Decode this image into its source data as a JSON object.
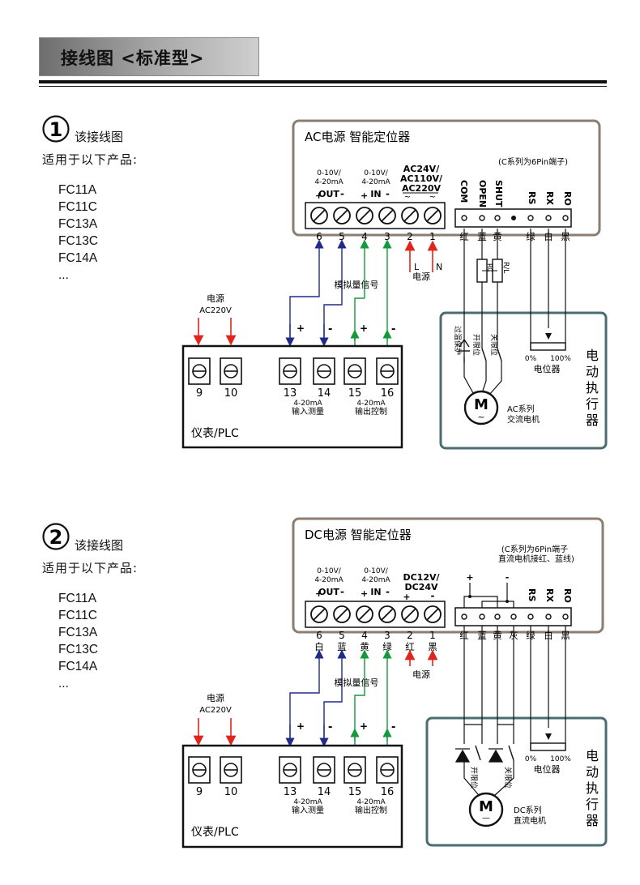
{
  "page": {
    "title": "接线图 <标准型>"
  },
  "common": {
    "applies_label": "适用于以下产品:",
    "products": [
      "FC11A",
      "FC11C",
      "FC13A",
      "FC13C",
      "FC14A",
      "..."
    ],
    "analog_signal": "模拟量信号",
    "power": "电源",
    "instrument": {
      "power_label": "电源",
      "power_voltage": "AC220V",
      "terminals": [
        "9",
        "10",
        "13",
        "14",
        "15",
        "16"
      ],
      "signs": [
        "+",
        "-",
        "+",
        "-"
      ],
      "input_label": [
        "4-20mA",
        "输入测量"
      ],
      "output_label": [
        "4-20mA",
        "输出控制"
      ],
      "title": "仪表/PLC"
    },
    "actuator": [
      "电",
      "动",
      "执",
      "行",
      "器"
    ],
    "potentiometer": "电位器",
    "pot_min": "0%",
    "pot_max": "100%",
    "motor_letter": "M",
    "analog_out": [
      "0-10V/",
      "4-20mA"
    ],
    "out_label": "OUT",
    "in_label": "IN",
    "plus": "+",
    "minus": "-",
    "swap_pins": [
      "RS",
      "RX",
      "RO"
    ],
    "main_terminals": [
      "6",
      "5",
      "4",
      "3",
      "2",
      "1"
    ]
  },
  "diagrams": [
    {
      "number": "1",
      "intro": "该接线图",
      "title": "AC电源    智能定位器",
      "pin_note": "(C系列为6Pin端子)",
      "power_spec": [
        "AC24V/",
        "AC110V/",
        "AC220V"
      ],
      "power_letters": [
        "L",
        "N"
      ],
      "pins": [
        "COM",
        "OPEN",
        "SHUT"
      ],
      "pin_colors": [
        "红",
        "蓝",
        "黄",
        "绿",
        "白",
        "黑"
      ],
      "resistor": "RC",
      "rl_label": "R/L",
      "switches": [
        "过温保护",
        "开限位",
        "关限位"
      ],
      "motor_sub": "~",
      "motor_caption": [
        "AC系列",
        "交流电机"
      ]
    },
    {
      "number": "2",
      "intro": "该接线图",
      "title": "DC电源    智能定位器",
      "pin_note": [
        "(C系列为6Pin端子",
        "直流电机接红、蓝线)"
      ],
      "power_spec": [
        "DC12V/",
        "DC24V"
      ],
      "main_colors": [
        "白",
        "蓝",
        "黄",
        "绿",
        "红",
        "黑"
      ],
      "pin_colors": [
        "红",
        "蓝",
        "黄",
        "灰",
        "绿",
        "白",
        "黑"
      ],
      "switches": [
        "开限位",
        "关限位"
      ],
      "motor_sub": "—",
      "motor_caption": [
        "DC系列",
        "直流电机"
      ]
    }
  ]
}
